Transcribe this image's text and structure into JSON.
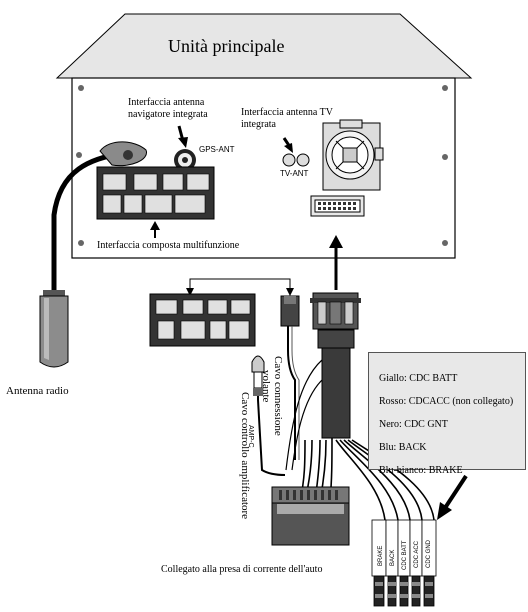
{
  "title": "Unità principale",
  "labels": {
    "nav_antenna": [
      "Interfaccia antenna",
      "navigatore integrata"
    ],
    "gps_ant": "GPS-ANT",
    "tv_antenna": [
      "Interfaccia antenna TV",
      "integrata"
    ],
    "tv_ant": "TV-ANT",
    "multi_interface": "Interfaccia composta multifunzione",
    "antenna_radio": "Antenna radio",
    "amp_cable": "Cavo controllo amplificatore",
    "amp_c": "AMP-C",
    "steering_cable": [
      "Cavo connessione",
      "volante"
    ],
    "car_power": "Collegato alla presa di corrente dell'auto"
  },
  "legend": [
    "Giallo: CDC BATT",
    "Rosso: CDCACC (non collegato)",
    "Nero: CDC GNT",
    "Blu: BACK",
    "Blu-bianco: BRAKE"
  ],
  "wire_labels": [
    "BRAKE",
    "BACK",
    "CDC BATT",
    "CDC ACC",
    "CDC GND"
  ]
}
